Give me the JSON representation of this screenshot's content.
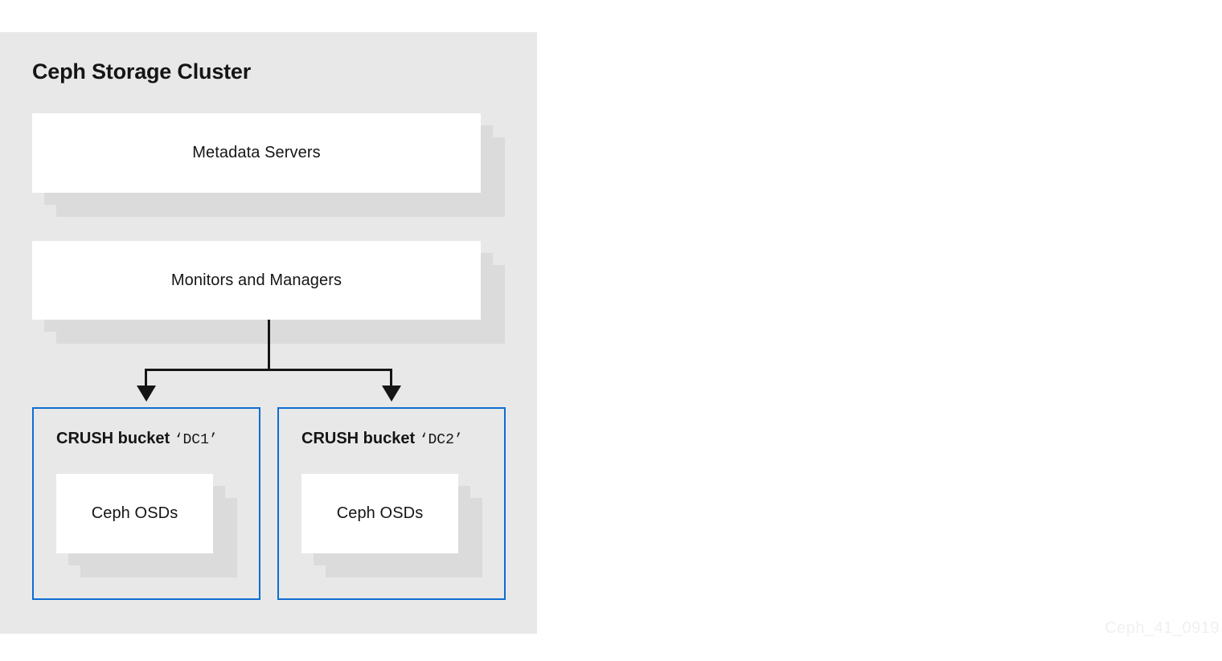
{
  "diagram": {
    "title": "Ceph Storage Cluster",
    "nodes": {
      "metadata": {
        "label": "Metadata Servers"
      },
      "monitors": {
        "label": "Monitors and Managers"
      },
      "bucket1": {
        "label_bold": "CRUSH bucket",
        "label_mono": "‘DC1’",
        "osd_label": "Ceph OSDs"
      },
      "bucket2": {
        "label_bold": "CRUSH bucket",
        "label_mono": "‘DC2’",
        "osd_label": "Ceph OSDs"
      }
    },
    "watermark": "Ceph_41_0919",
    "colors": {
      "panel_bg": "#e8e8e8",
      "card_shadow": "#dbdbdb",
      "line": "#151515",
      "accent_blue": "#0d6ed2",
      "watermark": "#f0f0f0"
    }
  }
}
